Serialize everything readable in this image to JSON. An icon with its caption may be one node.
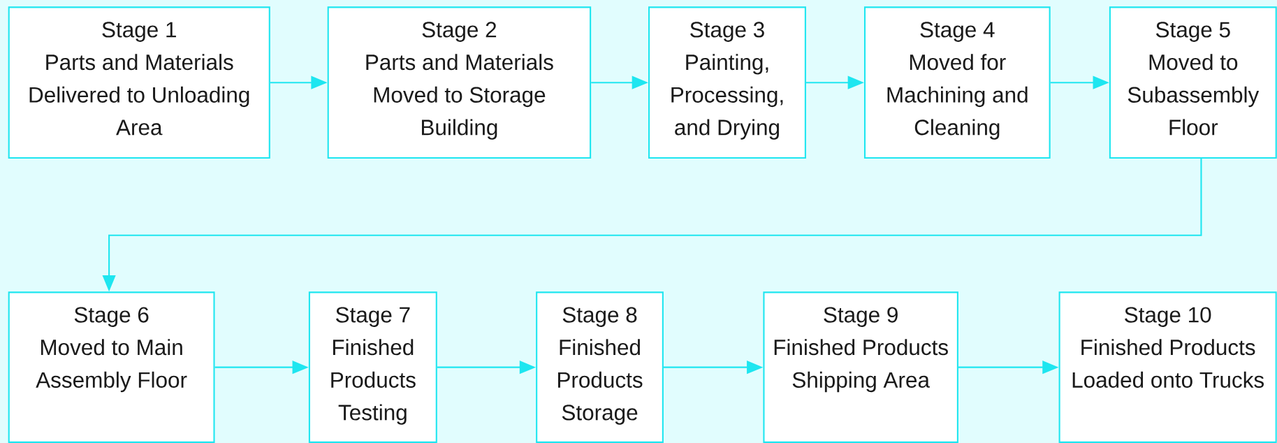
{
  "diagram": {
    "nodes": [
      {
        "text": [
          "Stage 1",
          "Parts and Materials Delivered to Unloading Area"
        ]
      },
      {
        "text": [
          "Stage 2",
          "Parts and Materials Moved to Storage Building"
        ]
      },
      {
        "text": [
          "Stage 3",
          "Painting, Processing, and Drying"
        ]
      },
      {
        "text": [
          "Stage 4",
          "Moved for Machining and Cleaning"
        ]
      },
      {
        "text": [
          "Stage 5",
          "Moved to Subassembly Floor"
        ]
      },
      {
        "text": [
          "Stage 6",
          "Moved to Main Assembly Floor"
        ]
      },
      {
        "text": [
          "Stage 7",
          "Finished Products Testing"
        ]
      },
      {
        "text": [
          "Stage 8",
          "Finished Products Storage"
        ]
      },
      {
        "text": [
          "Stage 9",
          "Finished Products Shipping Area"
        ]
      },
      {
        "text": [
          "Stage 10",
          "Finished Products Loaded onto Trucks"
        ]
      }
    ],
    "edges": [
      {
        "from": 0,
        "to": 1,
        "arrow": "to"
      },
      {
        "from": 1,
        "to": 2,
        "arrow": "to"
      },
      {
        "from": 2,
        "to": 3,
        "arrow": "to"
      },
      {
        "from": 3,
        "to": 4,
        "arrow": "to"
      },
      {
        "from": 4,
        "to": 5,
        "arrow": "to"
      },
      {
        "from": 5,
        "to": 6,
        "arrow": "to"
      },
      {
        "from": 6,
        "to": 7,
        "arrow": "to"
      },
      {
        "from": 7,
        "to": 8,
        "arrow": "to"
      },
      {
        "from": 8,
        "to": 9,
        "arrow": "to"
      }
    ]
  }
}
